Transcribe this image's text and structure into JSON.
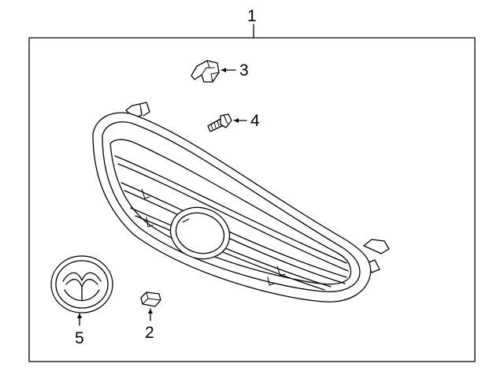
{
  "diagram": {
    "callouts": {
      "part_1": "1",
      "part_2": "2",
      "part_3": "3",
      "part_4": "4",
      "part_5": "5"
    },
    "parts": [
      {
        "callout": "1",
        "icon": "grille-assembly-icon"
      },
      {
        "callout": "2",
        "icon": "clip-icon"
      },
      {
        "callout": "3",
        "icon": "retainer-bracket-icon"
      },
      {
        "callout": "4",
        "icon": "screw-icon"
      },
      {
        "callout": "5",
        "icon": "emblem-icon"
      }
    ],
    "colors": {
      "line": "#000000",
      "background": "#ffffff"
    }
  }
}
